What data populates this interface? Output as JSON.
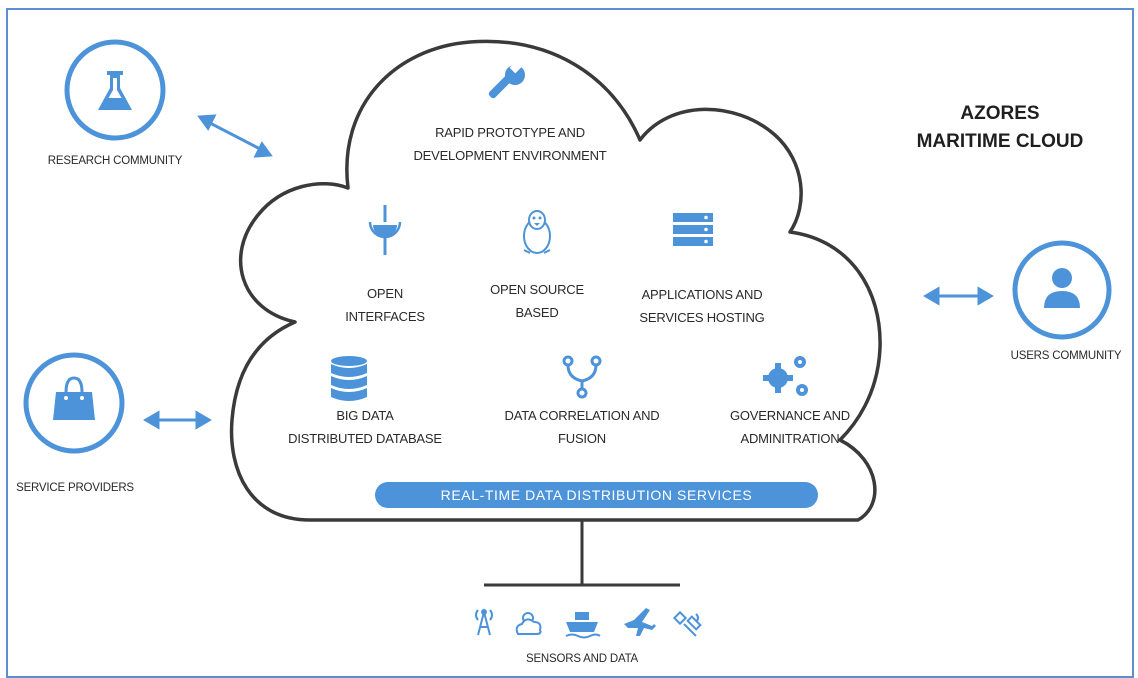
{
  "title": {
    "line1": "AZORES",
    "line2": "MARITIME CLOUD"
  },
  "colors": {
    "accent": "#4d93d9",
    "line": "#3a3a3a",
    "text": "#2a2a2a"
  },
  "communities": {
    "research": {
      "label": "RESEARCH COMMUNITY",
      "icon": "flask-icon"
    },
    "service": {
      "label": "SERVICE PROVIDERS",
      "icon": "shopping-bag-icon"
    },
    "users": {
      "label": "USERS COMMUNITY",
      "icon": "user-icon"
    }
  },
  "cloud": {
    "rapid": {
      "line1": "RAPID PROTOTYPE AND",
      "line2": "DEVELOPMENT ENVIRONMENT",
      "icon": "wrench-icon"
    },
    "open_interfaces": {
      "line1": "OPEN",
      "line2": "INTERFACES",
      "icon": "interface-plug-icon"
    },
    "open_source": {
      "line1": "OPEN SOURCE",
      "line2": "BASED",
      "icon": "linux-penguin-icon"
    },
    "hosting": {
      "line1": "APPLICATIONS AND",
      "line2": "SERVICES HOSTING",
      "icon": "server-rack-icon"
    },
    "bigdata": {
      "line1": "BIG DATA",
      "line2": "DISTRIBUTED DATABASE",
      "icon": "database-icon"
    },
    "fusion": {
      "line1": "DATA CORRELATION AND",
      "line2": "FUSION",
      "icon": "fork-icon"
    },
    "governance": {
      "line1": "GOVERNANCE AND",
      "line2": "ADMINITRATION",
      "icon": "gears-icon"
    },
    "bar": "REAL-TIME  DATA DISTRIBUTION  SERVICES"
  },
  "sensors": {
    "label": "SENSORS AND DATA",
    "icons": [
      "antenna-icon",
      "weather-icon",
      "ship-icon",
      "airplane-icon",
      "satellite-icon"
    ]
  }
}
